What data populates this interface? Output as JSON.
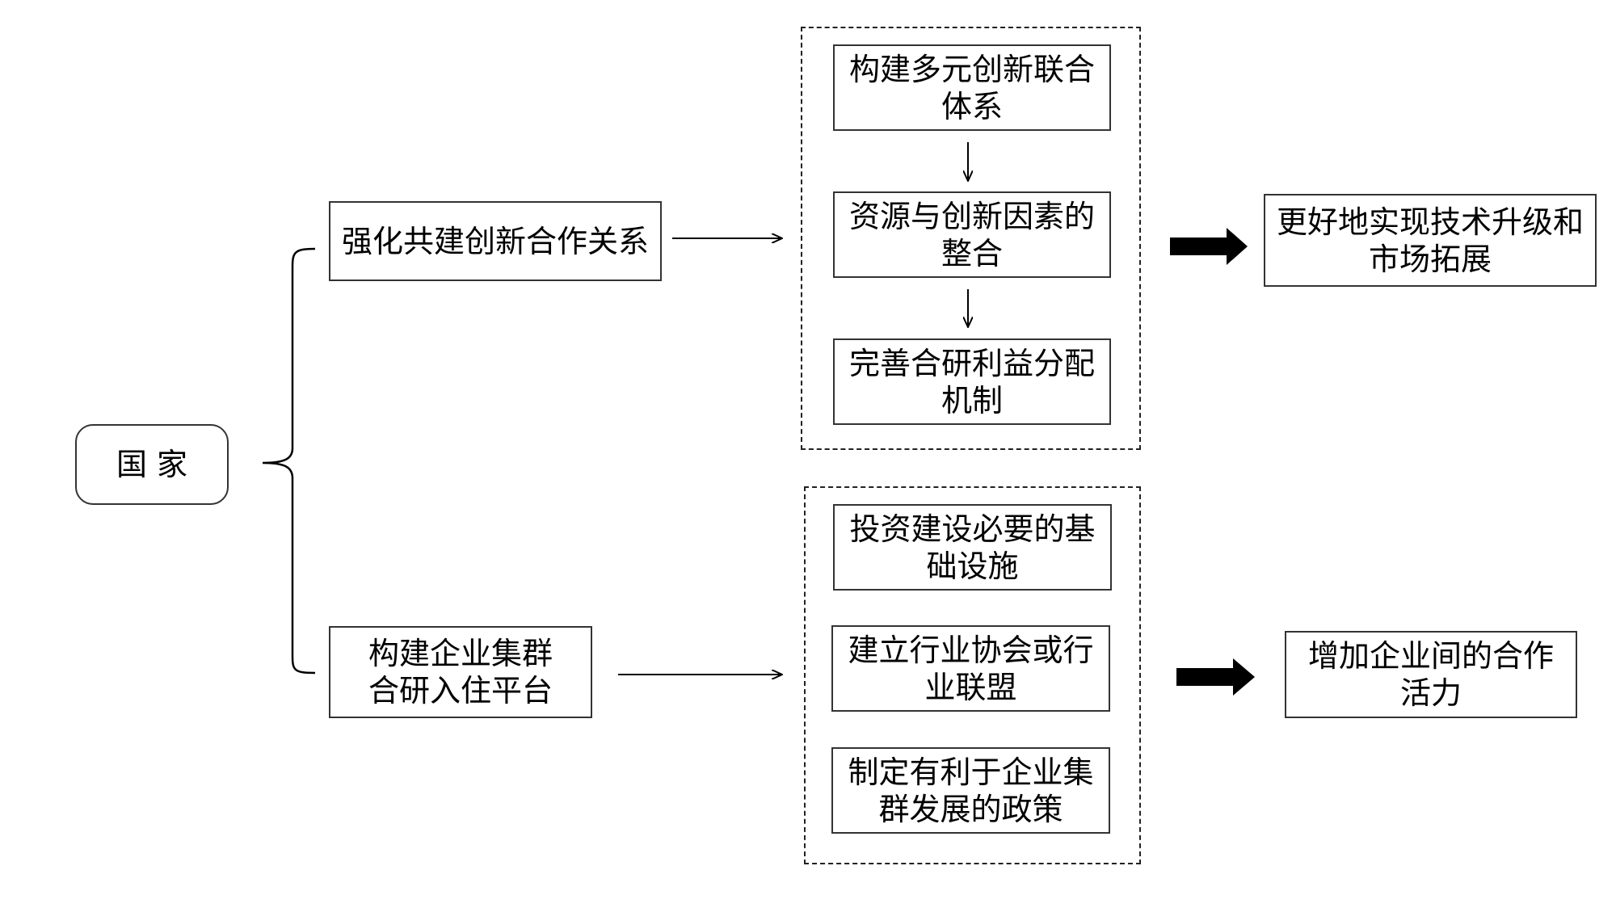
{
  "root": {
    "label": "国 家"
  },
  "branches": [
    {
      "label": "强化共建创新合作关系",
      "steps": [
        "构建多元创新联合体系",
        "资源与创新因素的整合",
        "完善合研利益分配机制"
      ],
      "outcome": "更好地实现技术升级和市场拓展"
    },
    {
      "label": "构建企业集群合研入住平台",
      "steps": [
        "投资建设必要的基础设施",
        "建立行业协会或行业联盟",
        "制定有利于企业集群发展的政策"
      ],
      "outcome": "增加企业间的合作活力"
    }
  ]
}
